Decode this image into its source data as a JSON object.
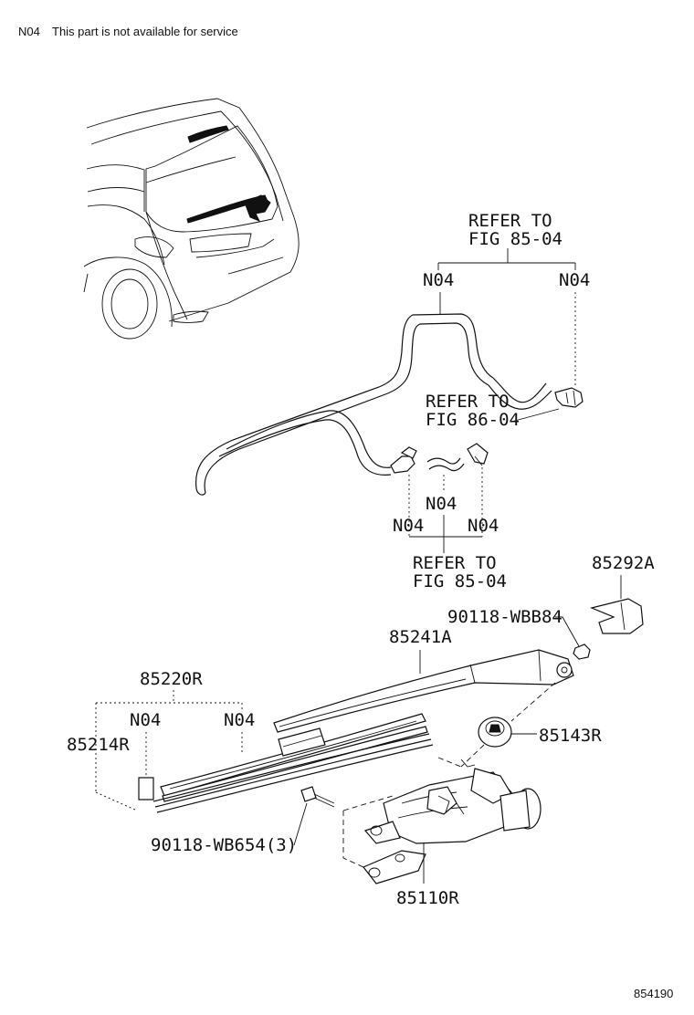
{
  "note": {
    "code": "N04",
    "text": "This part is not available for service"
  },
  "refs": {
    "ref_top": [
      "REFER TO",
      "FIG 85-04"
    ],
    "ref_mid": [
      "REFER TO",
      "FIG 86-04"
    ],
    "ref_bottom": [
      "REFER TO",
      "FIG 85-04"
    ]
  },
  "codes": {
    "n04_a": "N04",
    "n04_b": "N04",
    "n04_c": "N04",
    "n04_d": "N04",
    "n04_e": "N04",
    "n04_f": "N04",
    "n04_g": "N04"
  },
  "parts": {
    "cap": "85292A",
    "nut": "90118-WBB84",
    "arm": "85241A",
    "blade": "85220R",
    "rubber": "85214R",
    "pivot_seal": "85143R",
    "bolt": "90118-WB654(3)",
    "motor": "85110R"
  },
  "figure_id": "854190"
}
